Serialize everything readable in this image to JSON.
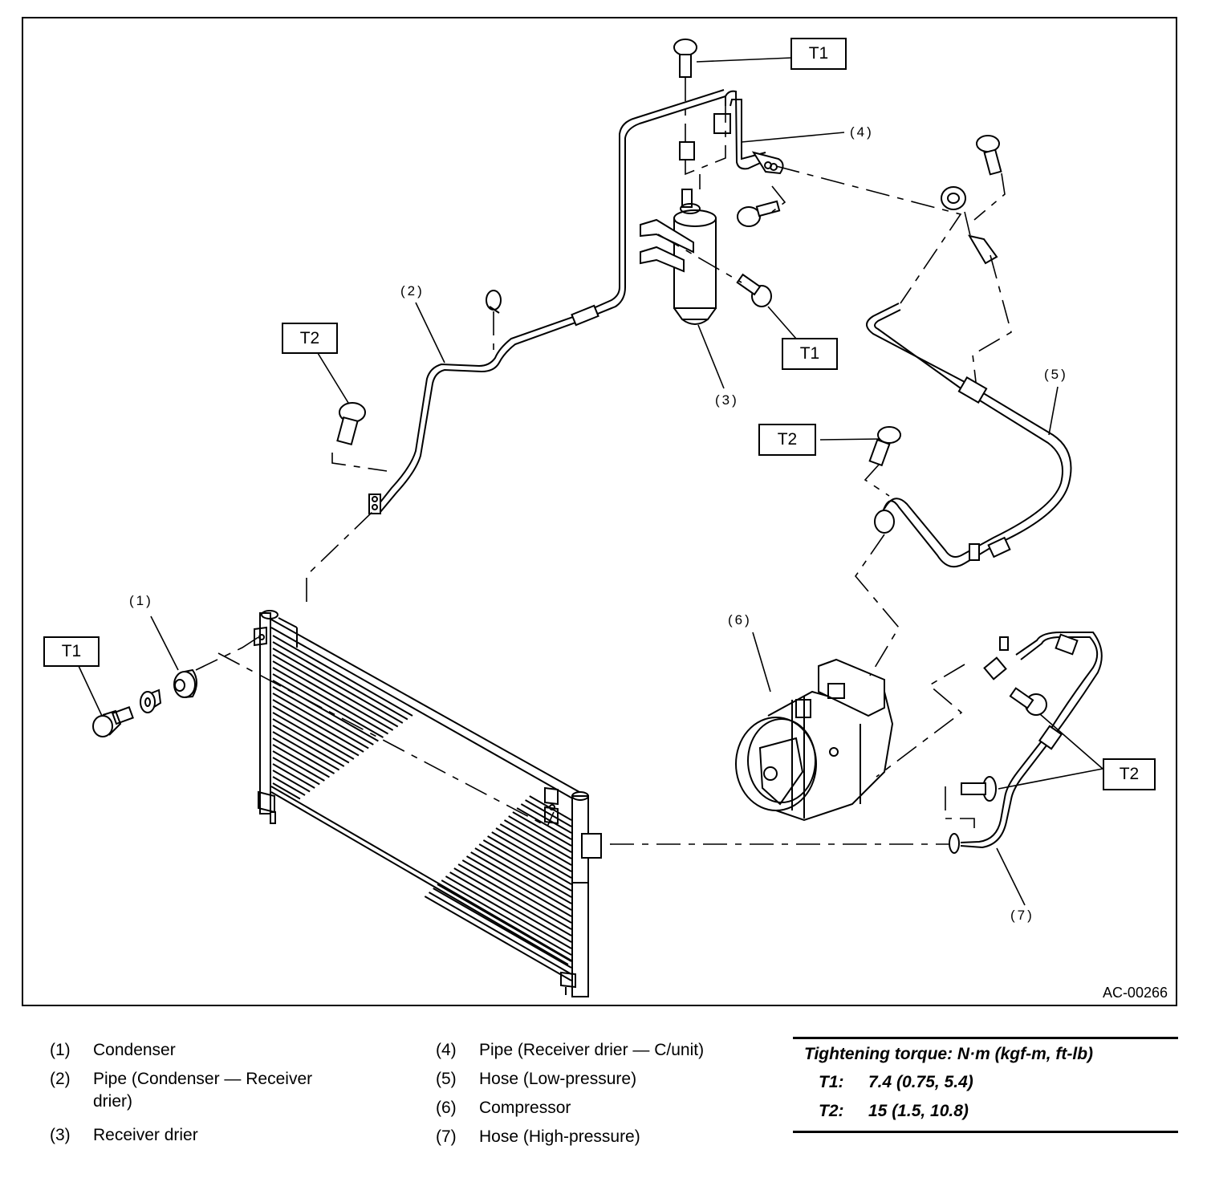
{
  "figure_id": "AC-00266",
  "callouts": {
    "c1": "(1)",
    "c2": "(2)",
    "c3": "(3)",
    "c4": "(4)",
    "c5": "(5)",
    "c6": "(6)",
    "c7": "(7)"
  },
  "torque_tags": {
    "top_t1": "T1",
    "drier_t1": "T1",
    "left_t1": "T1",
    "left_t2": "T2",
    "mid_t2": "T2",
    "right_t2": "T2"
  },
  "legend": {
    "col1": [
      {
        "num": "(1)",
        "label": "Condenser"
      },
      {
        "num": "(2)",
        "label": "Pipe (Condenser — Receiver",
        "label_cont": "drier)"
      },
      {
        "num": "(3)",
        "label": "Receiver drier"
      }
    ],
    "col2": [
      {
        "num": "(4)",
        "label": "Pipe (Receiver drier — C/unit)"
      },
      {
        "num": "(5)",
        "label": "Hose (Low-pressure)"
      },
      {
        "num": "(6)",
        "label": "Compressor"
      },
      {
        "num": "(7)",
        "label": "Hose (High-pressure)"
      }
    ]
  },
  "torque_table": {
    "title": "Tightening torque: N·m (kgf-m, ft-lb)",
    "rows": [
      {
        "key": "T1:",
        "value": "7.4 (0.75, 5.4)"
      },
      {
        "key": "T2:",
        "value": "15 (1.5, 10.8)"
      }
    ]
  }
}
